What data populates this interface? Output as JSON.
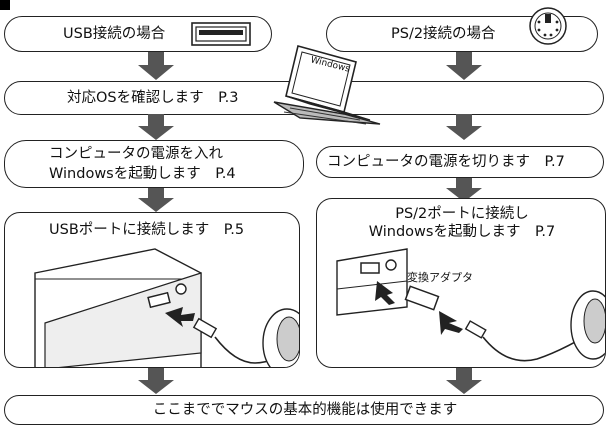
{
  "usb_track": {
    "start_label": "USB接続の場合",
    "step1_label": "対応OSを確認します　P.3",
    "step2_line1": "コンピュータの電源を入れ",
    "step2_line2": "Windowsを起動します　P.4",
    "step3_label": "USBポートに接続します　P.5"
  },
  "ps2_track": {
    "start_label": "PS/2接続の場合",
    "step1_label": "コンピュータの電源を切ります　P.7",
    "step2_line1": "PS/2ポートに接続し",
    "step2_line2": "Windowsを起動します　P.7",
    "adapter_label": "変換アダプタ"
  },
  "laptop_screen_text": "Windows",
  "final_label": "ここまででマウスの基本的機能は使用できます",
  "colors": {
    "arrow": "#555555",
    "border": "#222222",
    "marker": "#000000"
  }
}
